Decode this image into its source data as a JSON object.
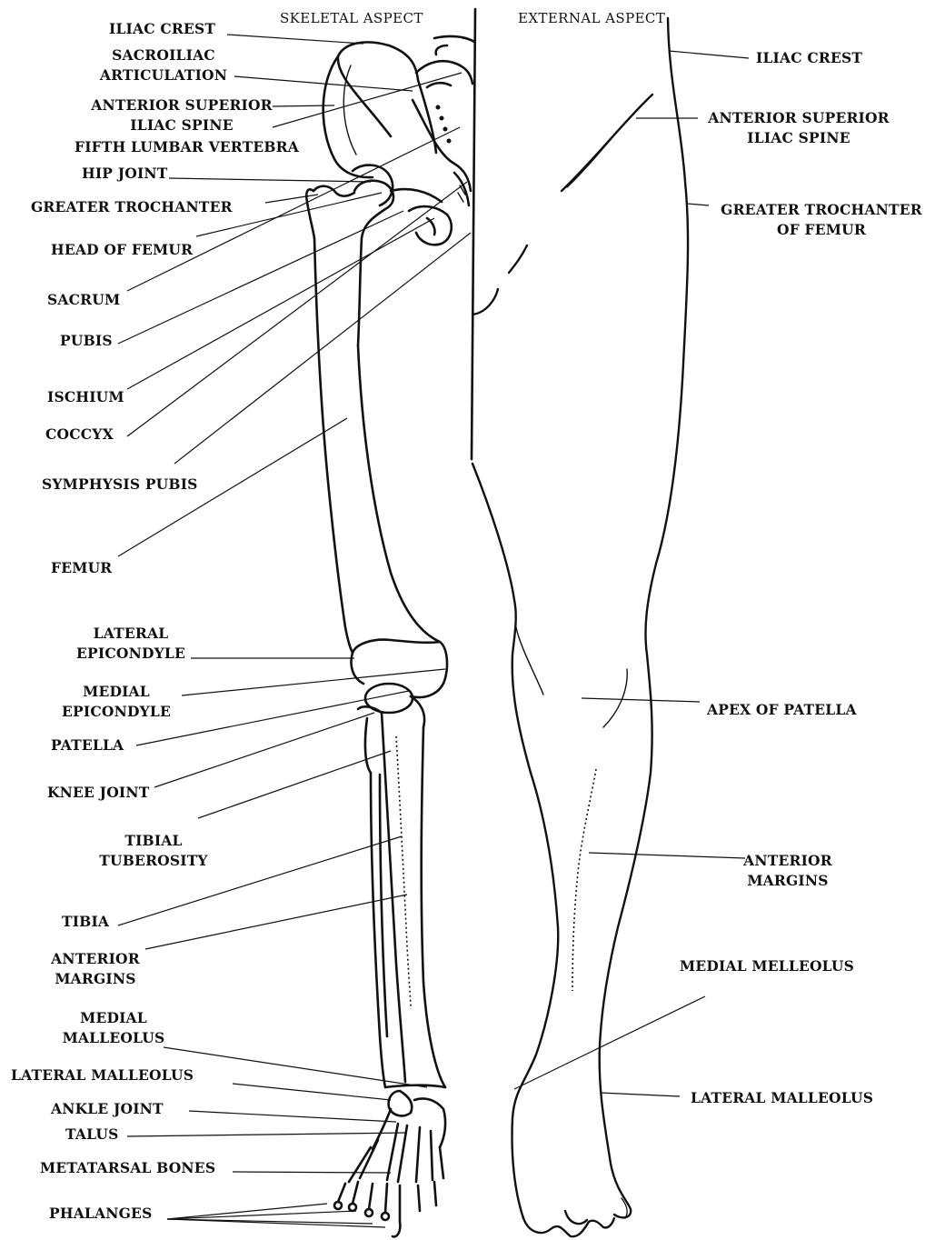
{
  "headers": {
    "skeletal": "SKELETAL ASPECT",
    "external": "EXTERNAL ASPECT"
  },
  "left_labels": {
    "iliac_crest": "ILIAC CREST",
    "sacroiliac": "SACROILIAC",
    "articulation": "ARTICULATION",
    "asis_1": "ANTERIOR SUPERIOR",
    "asis_2": "ILIAC SPINE",
    "fifth_lumbar": "FIFTH LUMBAR VERTEBRA",
    "hip_joint": "HIP JOINT",
    "greater_trochanter": "GREATER TROCHANTER",
    "head_of_femur": "HEAD OF FEMUR",
    "sacrum": "SACRUM",
    "pubis": "PUBIS",
    "ischium": "ISCHIUM",
    "coccyx": "COCCYX",
    "symphysis_pubis": "SYMPHYSIS PUBIS",
    "femur": "FEMUR",
    "lateral_1": "LATERAL",
    "epicondyle_1": "EPICONDYLE",
    "medial_1": "MEDIAL",
    "epicondyle_2": "EPICONDYLE",
    "patella": "PATELLA",
    "knee_joint": "KNEE JOINT",
    "tibial": "TIBIAL",
    "tuberosity": "TUBEROSITY",
    "tibia": "TIBIA",
    "anterior": "ANTERIOR",
    "margins": "MARGINS",
    "medial_2": "MEDIAL",
    "malleolus": "MALLEOLUS",
    "lateral_malleolus": "LATERAL MALLEOLUS",
    "ankle_joint": "ANKLE JOINT",
    "talus": "TALUS",
    "metatarsal": "METATARSAL BONES",
    "phalanges": "PHALANGES"
  },
  "right_labels": {
    "iliac_crest": "ILIAC CREST",
    "asis_1": "ANTERIOR SUPERIOR",
    "asis_2": "ILIAC SPINE",
    "gt_1": "GREATER TROCHANTER",
    "gt_2": "OF FEMUR",
    "apex_patella": "APEX OF PATELLA",
    "anterior": "ANTERIOR",
    "margins": "MARGINS",
    "medial_melleolus": "MEDIAL MELLEOLUS",
    "lateral_malleolus": "LATERAL MALLEOLUS"
  }
}
